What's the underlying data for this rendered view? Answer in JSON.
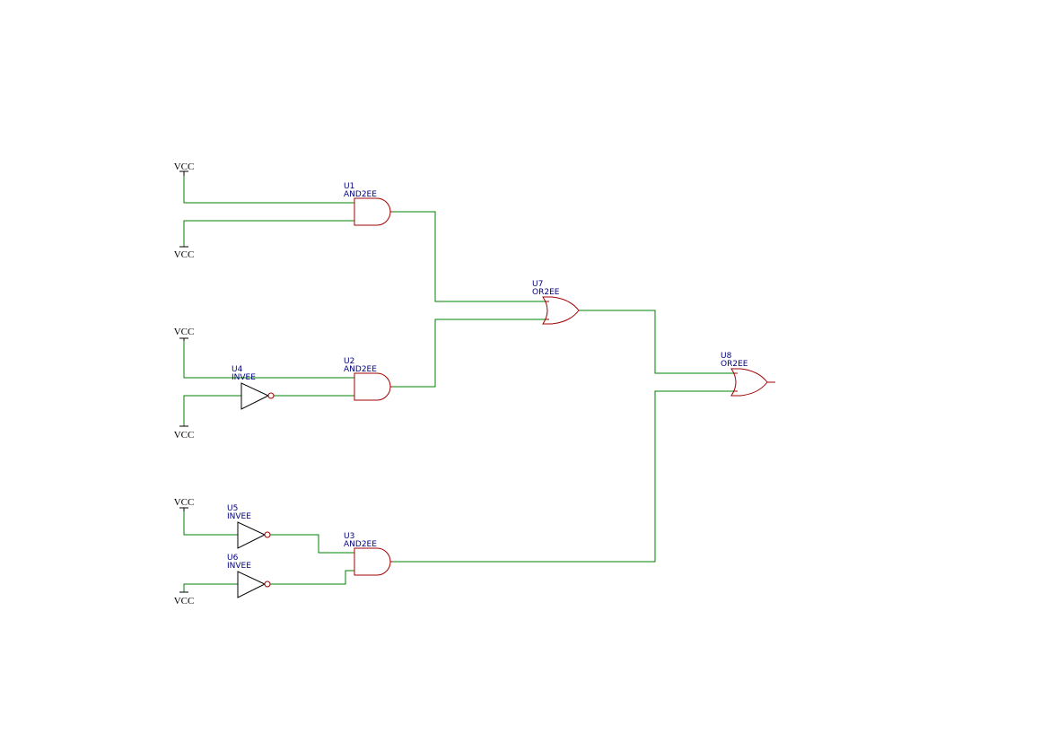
{
  "colors": {
    "wire": "#008000",
    "gate": "#a00000",
    "label": "#000080",
    "inverter": "#000000",
    "power": "#000000",
    "background": "#ffffff"
  },
  "power_labels": {
    "p1": "VCC",
    "p2": "VCC",
    "p3": "VCC",
    "p4": "VCC",
    "p5": "VCC",
    "p6": "VCC"
  },
  "components": {
    "u1": {
      "ref": "U1",
      "part": "AND2EE"
    },
    "u2": {
      "ref": "U2",
      "part": "AND2EE"
    },
    "u3": {
      "ref": "U3",
      "part": "AND2EE"
    },
    "u4": {
      "ref": "U4",
      "part": "INVEE"
    },
    "u5": {
      "ref": "U5",
      "part": "INVEE"
    },
    "u6": {
      "ref": "U6",
      "part": "INVEE"
    },
    "u7": {
      "ref": "U7",
      "part": "OR2EE"
    },
    "u8": {
      "ref": "U8",
      "part": "OR2EE"
    }
  }
}
